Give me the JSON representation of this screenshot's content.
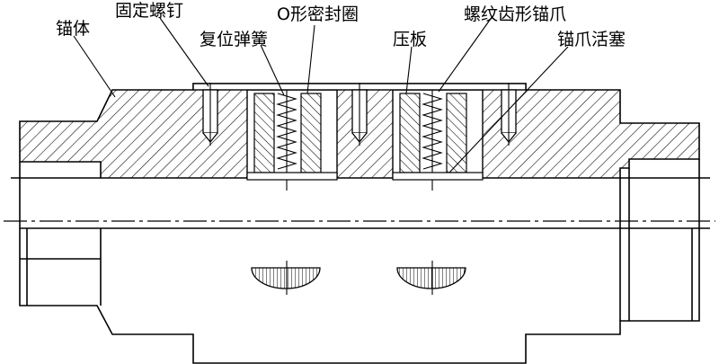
{
  "labels": {
    "anchor_body": "锚体",
    "fixing_screw": "固定螺钉",
    "return_spring": "复位弹簧",
    "o_ring": "O形密封圈",
    "pressure_plate": "压板",
    "threaded_slips": "螺纹齿形锚爪",
    "slip_piston": "锚爪活塞"
  }
}
